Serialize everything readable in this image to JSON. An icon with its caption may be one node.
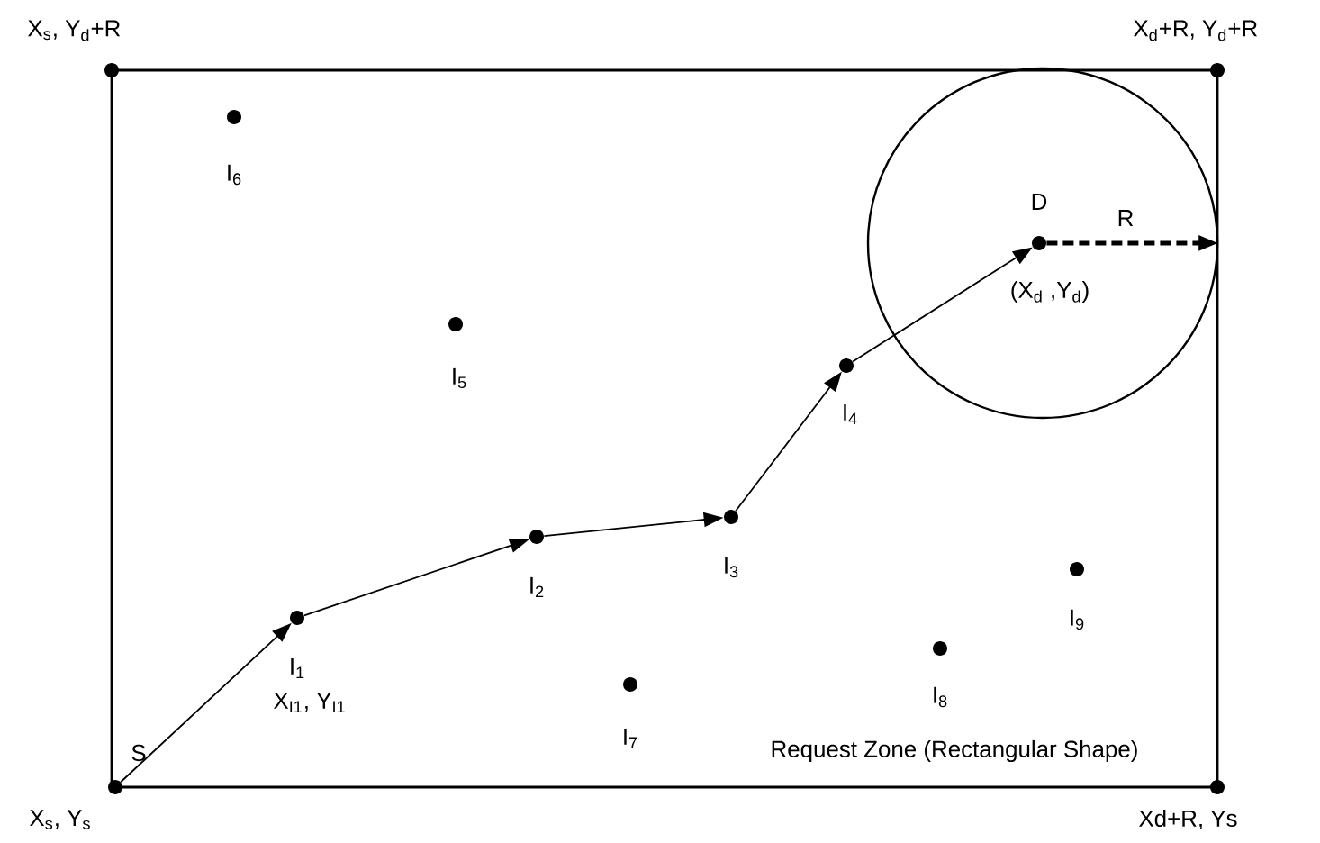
{
  "diagram": {
    "nodes": [
      {
        "text": [
          "Request Zone (Rectangular Shape)"
        ]
      },
      {
        "text": [],
        "shape": "circle",
        "beside": [
          "X$_{s}$, Y$_{d}$+R"
        ]
      },
      {
        "text": [],
        "shape": "circle",
        "beside": [
          "X$_{d}$+R, Y$_{d}$+R"
        ]
      },
      {
        "text": [],
        "shape": "circle",
        "beside": [
          "S",
          "X$_{s}$, Y$_{s}$"
        ]
      },
      {
        "text": [],
        "shape": "circle",
        "beside": [
          "Xd+R, Ys"
        ]
      },
      {
        "text": [],
        "shape": "circle",
        "beside": [
          "I$_{6}$"
        ],
        "in": 0
      },
      {
        "text": [],
        "shape": "circle",
        "beside": [
          "I$_{5}$"
        ],
        "in": 0
      },
      {
        "text": [],
        "shape": "circle",
        "beside": [
          "I$_{1}$",
          "X$_{I1}$, Y$_{I1}$"
        ],
        "in": 0
      },
      {
        "text": [],
        "shape": "circle",
        "beside": [
          "I$_{2}$"
        ],
        "in": 0
      },
      {
        "text": [],
        "shape": "circle",
        "beside": [
          "I$_{7}$"
        ],
        "in": 0
      },
      {
        "text": [],
        "shape": "circle",
        "beside": [
          "I$_{3}$"
        ],
        "in": 0
      },
      {
        "text": [],
        "shape": "circle",
        "beside": [
          "I$_{4}$"
        ],
        "in": 0
      },
      {
        "text": [],
        "shape": "circle",
        "in": 0
      },
      {
        "text": [],
        "shape": "circle",
        "beside": [
          "D",
          "(X$_{d}$ ,Y$_{d}$)"
        ],
        "in": 12
      },
      {
        "text": [],
        "shape": "circle",
        "beside": [
          "I$_{8}$"
        ],
        "in": 0
      },
      {
        "text": [],
        "shape": "circle",
        "beside": [
          "I$_{9}$"
        ],
        "in": 0
      }
    ],
    "edges": [
      {
        "from": 3,
        "to": 7,
        "arrow": "to"
      },
      {
        "from": 7,
        "to": 8,
        "arrow": "to"
      },
      {
        "from": 8,
        "to": 10,
        "arrow": "to"
      },
      {
        "from": 10,
        "to": 11,
        "arrow": "to"
      },
      {
        "from": 11,
        "to": 13,
        "arrow": "to"
      },
      {
        "from": 13,
        "to": 12,
        "arrow": "to",
        "label": "R",
        "style": "dashed"
      }
    ]
  }
}
